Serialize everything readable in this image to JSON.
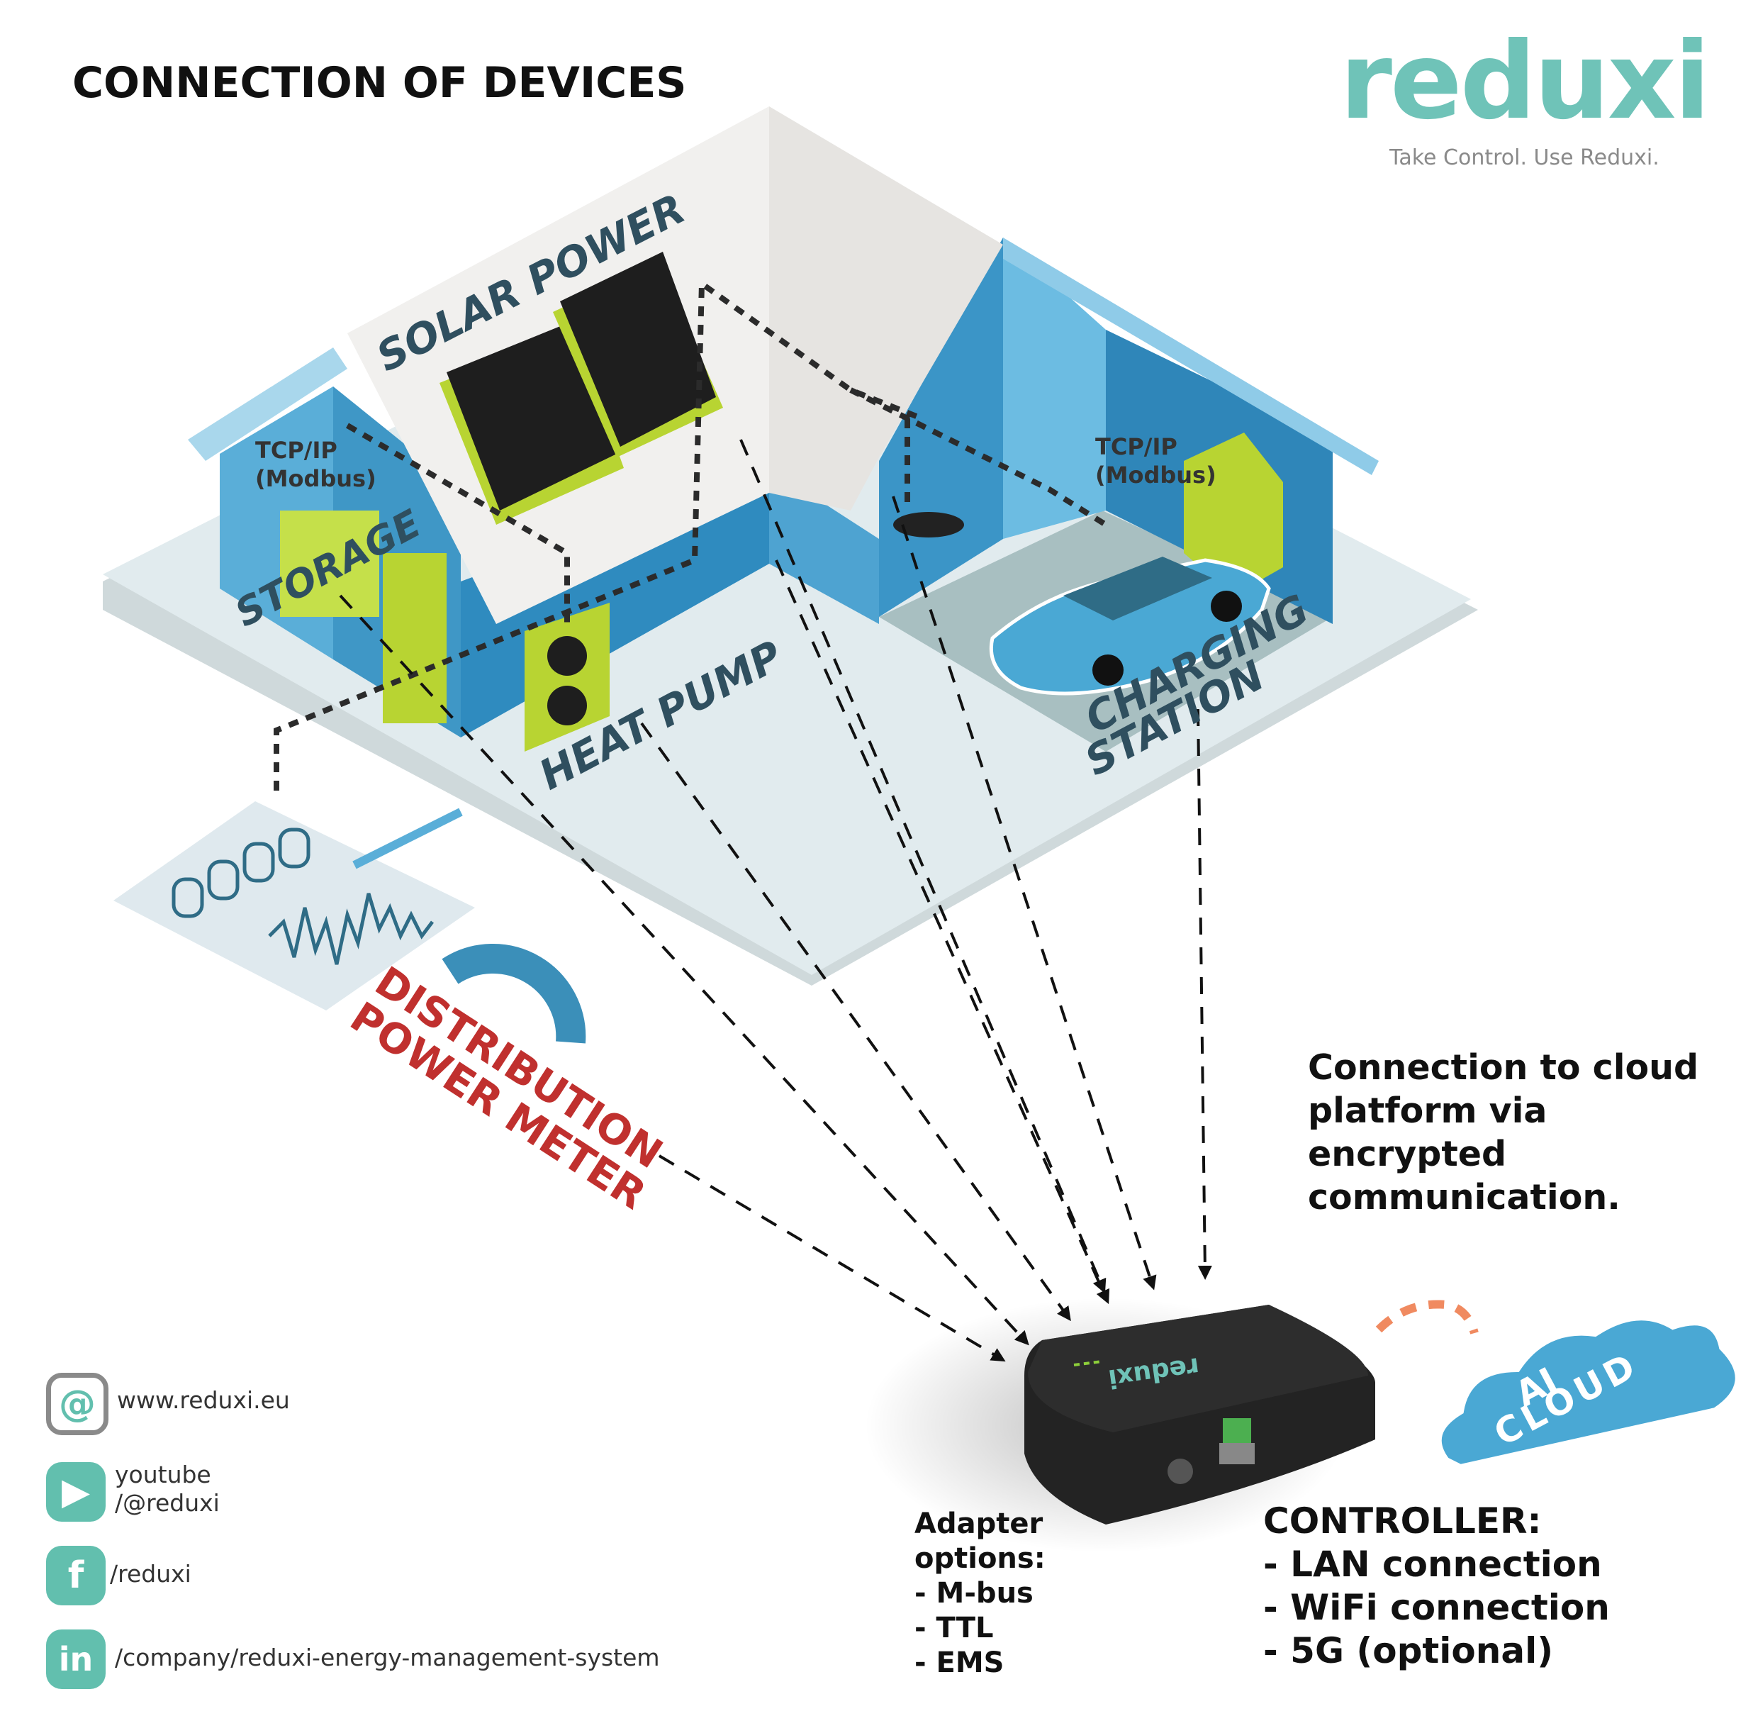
{
  "title": "CONNECTION OF DEVICES",
  "brand": {
    "logo": "reduxi",
    "tagline": "Take Control. Use Reduxi.",
    "color": "#6fc3b8"
  },
  "house_labels": {
    "solar": "SOLAR POWER",
    "storage": "STORAGE",
    "heat_pump": "HEAT PUMP",
    "charging_line1": "CHARGING",
    "charging_line2": "STATION",
    "meter_line1": "DISTRIBUTION",
    "meter_line2": "POWER METER",
    "tcp_left_line1": "TCP/IP",
    "tcp_left_line2": "(Modbus)",
    "tcp_right_line1": "TCP/IP",
    "tcp_right_line2": "(Modbus)"
  },
  "cloud": {
    "description": [
      "Connection to cloud",
      "platform via encrypted",
      "communication."
    ],
    "badge_line1": "AI",
    "badge_line2": "CLOUD"
  },
  "device": {
    "label": "reduxi"
  },
  "controller": {
    "heading": "CONTROLLER:",
    "items": [
      "- LAN connection",
      "- WiFi connection",
      "- 5G (optional)"
    ]
  },
  "adapter": {
    "heading_line1": "Adapter",
    "heading_line2": "options:",
    "items": [
      "- M-bus",
      "- TTL",
      "- EMS"
    ]
  },
  "contacts": [
    {
      "icon": "at-icon",
      "glyph": "@",
      "line1": "www.reduxi.eu",
      "line2": ""
    },
    {
      "icon": "youtube-icon",
      "glyph": "▶",
      "line1": "youtube",
      "line2": "/@reduxi"
    },
    {
      "icon": "facebook-icon",
      "glyph": "f",
      "line1": "/reduxi",
      "line2": ""
    },
    {
      "icon": "linkedin-icon",
      "glyph": "in",
      "line1": "/company/reduxi-energy-management-system",
      "line2": ""
    }
  ],
  "colors": {
    "wall_blue": "#4aa8d4",
    "floor": "#dfe9ec",
    "roof": "#f0efed",
    "lime": "#b8d432",
    "dark_text": "#2f4f5f",
    "meter_red": "#c0302e",
    "device": "#232323",
    "accent_orange": "#f08a60"
  }
}
